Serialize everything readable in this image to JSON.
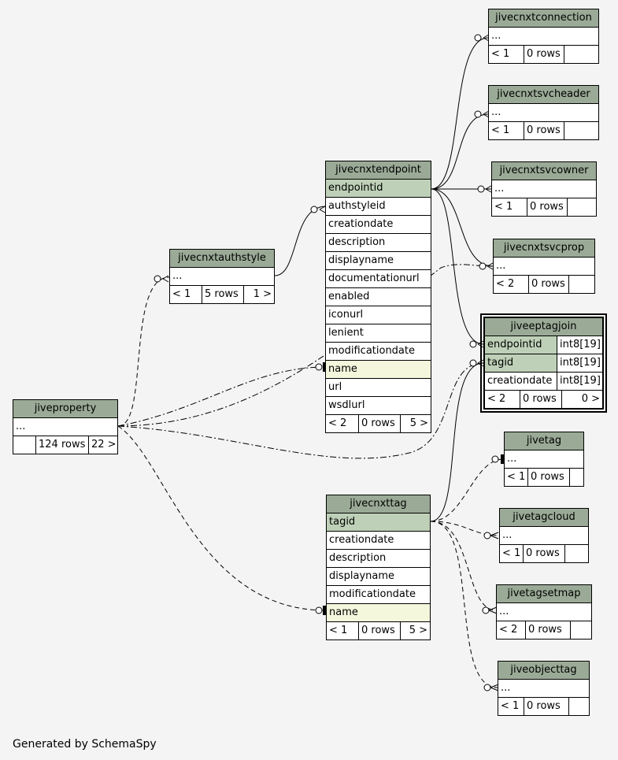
{
  "footer": "Generated by SchemaSpy",
  "colors": {
    "header": "#9aaa96",
    "primary_key": "#bed1b8",
    "indexed": "#f5f7dc"
  },
  "tables": {
    "jivecnxtconnection": {
      "title": "jivecnxtconnection",
      "rows": [
        "..."
      ],
      "foot": [
        "< 1",
        "0 rows",
        ""
      ]
    },
    "jivecnxtsvcheader": {
      "title": "jivecnxtsvcheader",
      "rows": [
        "..."
      ],
      "foot": [
        "< 1",
        "0 rows",
        ""
      ]
    },
    "jivecnxtsvcowner": {
      "title": "jivecnxtsvcowner",
      "rows": [
        "..."
      ],
      "foot": [
        "< 1",
        "0 rows",
        ""
      ]
    },
    "jivecnxtsvcprop": {
      "title": "jivecnxtsvcprop",
      "rows": [
        "..."
      ],
      "foot": [
        "< 2",
        "0 rows",
        ""
      ]
    },
    "jivecnxtendpoint": {
      "title": "jivecnxtendpoint",
      "rows": [
        "endpointid",
        "authstyleid",
        "creationdate",
        "description",
        "displayname",
        "documentationurl",
        "enabled",
        "iconurl",
        "lenient",
        "modificationdate",
        "name",
        "url",
        "wsdlurl"
      ],
      "foot": [
        "< 2",
        "0 rows",
        "5 >"
      ]
    },
    "jivecnxtauthstyle": {
      "title": "jivecnxtauthstyle",
      "rows": [
        "..."
      ],
      "foot": [
        "< 1",
        "5 rows",
        "1 >"
      ]
    },
    "jiveproperty": {
      "title": "jiveproperty",
      "rows": [
        "..."
      ],
      "foot": [
        "",
        "124 rows",
        "22 >"
      ]
    },
    "jiveeptagjoin": {
      "title": "jiveeptagjoin",
      "rows": [
        "endpointid",
        "tagid",
        "creationdate"
      ],
      "types": [
        "int8[19]",
        "int8[19]",
        "int8[19]"
      ],
      "foot": [
        "< 2",
        "0 rows",
        "0 >"
      ]
    },
    "jivetag": {
      "title": "jivetag",
      "rows": [
        "..."
      ],
      "foot": [
        "< 1",
        "0 rows",
        ""
      ]
    },
    "jivetagcloud": {
      "title": "jivetagcloud",
      "rows": [
        "..."
      ],
      "foot": [
        "< 1",
        "0 rows",
        ""
      ]
    },
    "jivetagsetmap": {
      "title": "jivetagsetmap",
      "rows": [
        "..."
      ],
      "foot": [
        "< 2",
        "0 rows",
        ""
      ]
    },
    "jiveobjecttag": {
      "title": "jiveobjecttag",
      "rows": [
        "..."
      ],
      "foot": [
        "< 1",
        "0 rows",
        ""
      ]
    },
    "jivecnxttag": {
      "title": "jivecnxttag",
      "rows": [
        "tagid",
        "creationdate",
        "description",
        "displayname",
        "modificationdate",
        "name"
      ],
      "foot": [
        "< 1",
        "0 rows",
        "5 >"
      ]
    }
  }
}
